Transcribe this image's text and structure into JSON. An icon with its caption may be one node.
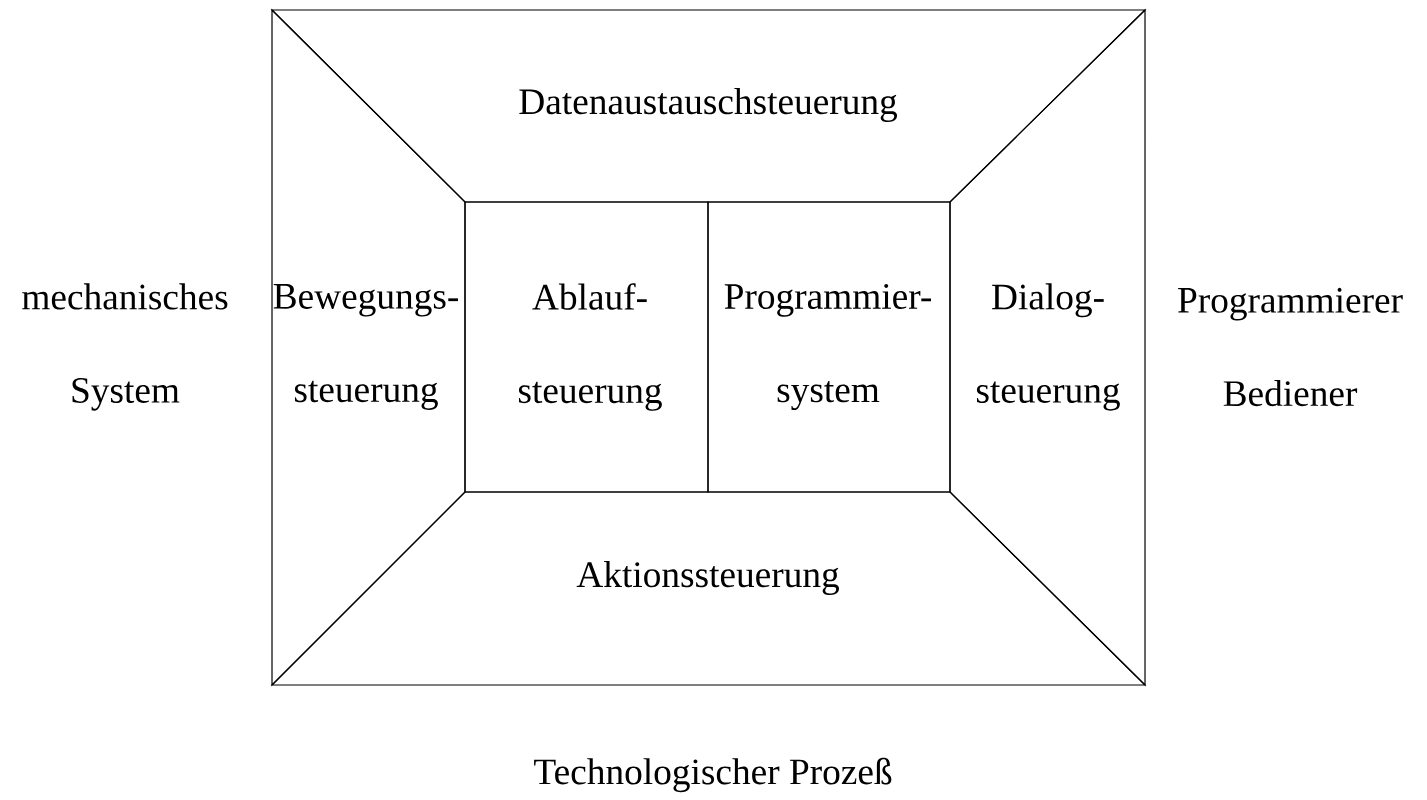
{
  "diagram": {
    "nodes": [
      {
        "text": [
          "Datenaustauschsteuerung"
        ]
      },
      {
        "text": [
          "Bewegungs- steuerung"
        ]
      },
      {
        "text": [
          "Ablauf- steuerung"
        ]
      },
      {
        "text": [
          "Programmier- system"
        ]
      },
      {
        "text": [
          "Dialog- steuerung"
        ]
      },
      {
        "text": [
          "Aktionssteuerung"
        ]
      }
    ],
    "labels": [
      "mechanisches System",
      "Programmierer Bediener",
      "Technologischer Prozeß"
    ]
  }
}
